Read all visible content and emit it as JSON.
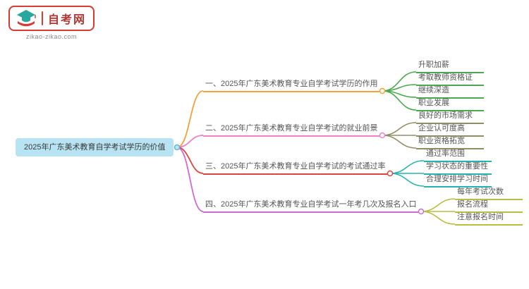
{
  "logo": {
    "site_name": "自考网",
    "site_url": "zikao-zikao.com",
    "accent_color": "#d93a34",
    "icon_color": "#29a8a2",
    "site_name_color": "#b23530",
    "icon": "graduation-cap-icon"
  },
  "mindmap": {
    "root": {
      "label": "2025年广东美术教育自学考试学历的价值",
      "fill": "#b7e3f2",
      "stroke": "#62b8d6",
      "text_color": "#3a3a3a"
    },
    "branches": [
      {
        "label": "一、2025年广东美术教育专业自学考试学历的作用",
        "color": "#f6a23a",
        "child_color": "#4aa84e",
        "children": [
          "升职加薪",
          "考取教师资格证",
          "继续深造",
          "职业发展"
        ]
      },
      {
        "label": "二、2025年广东美术教育专业自学考试的就业前景",
        "color": "#f07fc3",
        "child_color": "#8e8e66",
        "children": [
          "良好的市场需求",
          "企业认可度高",
          "职业资格拓宽"
        ]
      },
      {
        "label": "三、2025年广东美术教育专业自学考试的考试通过率",
        "color": "#d9453c",
        "child_color": "#27b3ad",
        "children": [
          "通过率范围",
          "学习状态的重要性",
          "合理安排学习时间"
        ]
      },
      {
        "label": "四、2025年广东美术教育专业自学考试一年考几次及报名入口",
        "color": "#d16ad1",
        "child_color": "#b9bd40",
        "children": [
          "每年考试次数",
          "报名流程",
          "注意报名时间"
        ]
      }
    ]
  }
}
